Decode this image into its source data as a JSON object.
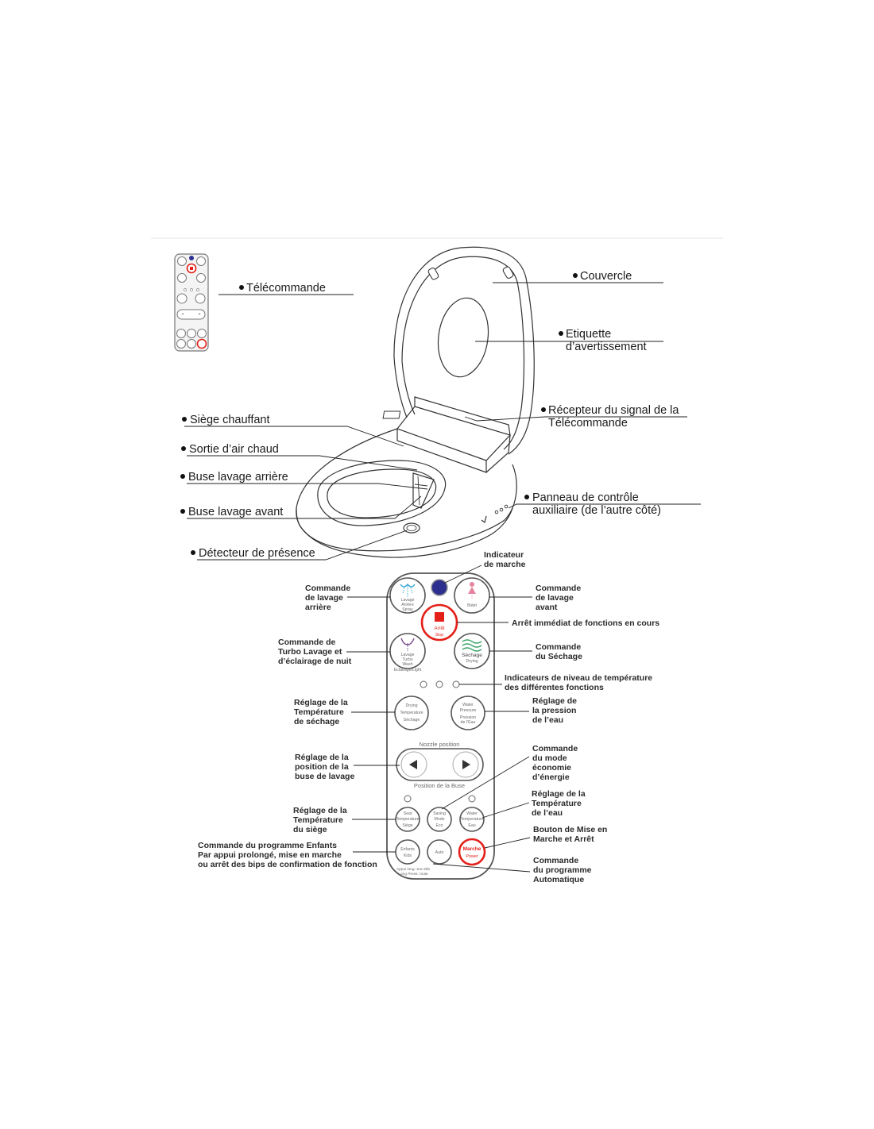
{
  "seat_labels": {
    "telecommande": "Télécommande",
    "couvercle": "Couvercle",
    "etiquette_1": "Etiquette",
    "etiquette_2": "d’avertissement",
    "recepteur_1": "Récepteur du signal de la",
    "recepteur_2": "Télécommande",
    "siege": "Siège chauffant",
    "sortie": "Sortie d’air chaud",
    "buse_arriere": "Buse lavage arrière",
    "buse_avant": "Buse lavage avant",
    "panneau_1": "Panneau de contrôle",
    "panneau_2": "auxiliaire (de l’autre côté)",
    "detecteur": "Détecteur de présence"
  },
  "remote_labels": {
    "indicateur": [
      "Indicateur",
      "de marche"
    ],
    "lavage_arriere": [
      "Commande",
      "de lavage",
      "arrière"
    ],
    "lavage_avant": [
      "Commande",
      "de lavage",
      "avant"
    ],
    "arret": [
      "Arrêt immédiat de fonctions en cours"
    ],
    "turbo": [
      "Commande de",
      "Turbo Lavage et",
      "d’éclairage de nuit"
    ],
    "sechage": [
      "Commande",
      "du Séchage"
    ],
    "indicateurs_temp": [
      "Indicateurs de niveau de température",
      "des différentes fonctions"
    ],
    "temp_sechage": [
      "Réglage de la",
      "Température",
      "de séchage"
    ],
    "pression": [
      "Réglage de",
      "la pression",
      "de l’eau"
    ],
    "position": [
      "Réglage de la",
      "position de la",
      "buse de lavage"
    ],
    "eco": [
      "Commande",
      "du mode",
      "économie",
      "d’énergie"
    ],
    "temp_eau": [
      "Réglage de la",
      "Température",
      "de l’eau"
    ],
    "temp_siege": [
      "Réglage de la",
      "Température",
      "du siège"
    ],
    "marche": [
      "Bouton de Mise en",
      "Marche et Arrêt"
    ],
    "enfants": [
      "Commande du programme Enfants",
      "Par appui prolongé, mise en marche",
      "ou arrêt des bips de confirmation de fonction"
    ],
    "auto": [
      "Commande",
      "du programme",
      "Automatique"
    ]
  },
  "remote_buttons": {
    "lavage": [
      "Lavage",
      "Arrière",
      "Spray"
    ],
    "bidet": [
      "Bidet"
    ],
    "stop": [
      "Arrêt",
      "Stop"
    ],
    "turbo": [
      "Lavage",
      "Turbo",
      "Wash",
      "Eclairage/Light"
    ],
    "sechage": [
      "Séchage",
      "Drying"
    ],
    "drying_temp": [
      "Drying",
      "Temperature",
      "Séchage"
    ],
    "water_pressure": [
      "Water",
      "Pressure",
      "Pression",
      "de l’Eau"
    ],
    "nozzle_top": "Nozzle position",
    "nozzle_bottom": "Position de la Buse",
    "seat_temp": [
      "Seat",
      "Temperature",
      "Siège"
    ],
    "saving": [
      "Saving",
      "Mode",
      "Eco"
    ],
    "water_temp": [
      "Water",
      "Temperature",
      "Eau"
    ],
    "kids": [
      "Enfants",
      "Kids"
    ],
    "auto": [
      "Auto"
    ],
    "power": [
      "Marche",
      "Power"
    ],
    "long_press": [
      "Appui long: Son Bib",
      "Long Press: mute"
    ]
  },
  "colors": {
    "stop_red": "#e32119",
    "indicator_blue": "#2c2f8e",
    "spray_blue": "#3aa8d8",
    "bidet_pink": "#e6849e",
    "drying_green": "#3fa66b",
    "turbo_purple": "#7a4a8f"
  }
}
